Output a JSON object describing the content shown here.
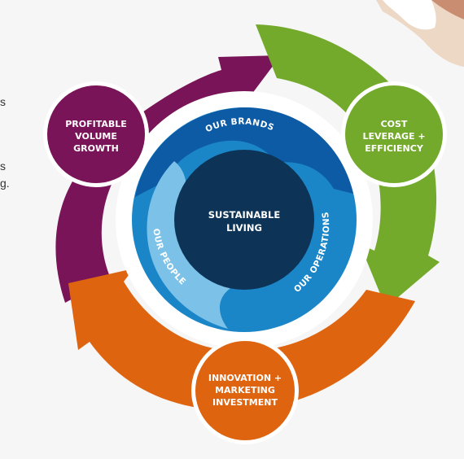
{
  "left_edge_text": [
    "s",
    "s",
    "g."
  ],
  "center": {
    "line1": "SUSTAINABLE",
    "line2": "LIVING"
  },
  "ring": {
    "brands": "OUR BRANDS",
    "operations": "OUR OPERATIONS",
    "people": "OUR PEOPLE"
  },
  "nodes": {
    "growth": [
      "PROFITABLE",
      "VOLUME",
      "GROWTH"
    ],
    "cost": [
      "COST",
      "LEVERAGE +",
      "EFFICIENCY"
    ],
    "innovation": [
      "INNOVATION +",
      "MARKETING",
      "INVESTMENT"
    ]
  },
  "colors": {
    "purple": "#7a1458",
    "green": "#73aa2b",
    "orange": "#df6410",
    "blue_dark": "#0d5aa5",
    "blue_mid": "#1a86c8",
    "blue_light": "#7cc1e8",
    "navy": "#0d3457",
    "background": "#f6f6f6"
  }
}
